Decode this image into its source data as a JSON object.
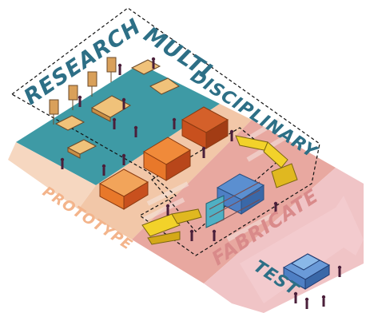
{
  "labels": {
    "research": "RESEARCH",
    "multi": "MULTI",
    "disciplinary": "DISCIPLINARY",
    "prototype": "PROTOTYPE",
    "fabricate": "FABRICATE",
    "test": "TEST"
  },
  "colors": {
    "research_zone": "#3e9aa5",
    "prototype_zone": "#f2c7a8",
    "fabricate_zone": "#e8a8a0",
    "test_zone": "#f0c4c6",
    "label_teal": "#2d6f86",
    "label_peach": "#f3b48b",
    "label_rose": "#d98a8a",
    "orange_block": "#e8782a",
    "dark_orange_block": "#c8501e",
    "robot_yellow": "#f2d22a",
    "car_blue": "#4e7fc4",
    "person": "#4a1f3a",
    "easel": "#d9a05a"
  }
}
